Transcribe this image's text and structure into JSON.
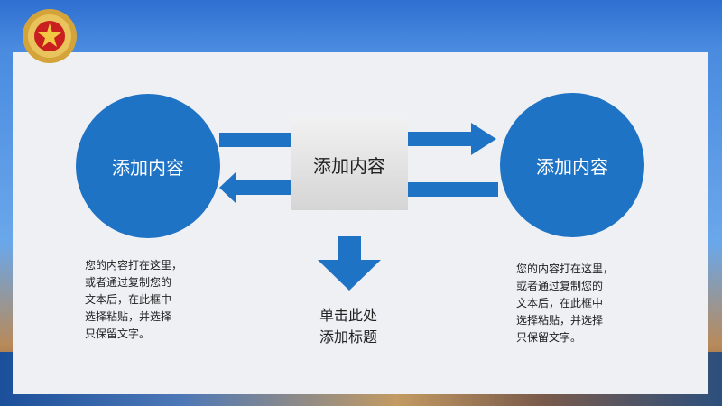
{
  "colors": {
    "accent_blue": "#1f73c4",
    "panel_bg": "#eef0f3",
    "box_gray": "#d5d5d5"
  },
  "emblem": {
    "icon": "military-emblem-icon"
  },
  "diagram": {
    "left_circle_label": "添加内容",
    "center_box_label": "添加内容",
    "right_circle_label": "添加内容",
    "left_text": "您的内容打在这里，\n或者通过复制您的\n文本后，在此框中\n选择粘贴，并选择\n只保留文字。",
    "right_text": "您的内容打在这里，\n或者通过复制您的\n文本后，在此框中\n选择粘贴，并选择\n只保留文字。",
    "click_title": "单击此处\n添加标题"
  },
  "icons": {
    "arrow_to_center": "arrow-right-icon",
    "arrow_back_left": "arrow-left-icon",
    "arrow_to_right": "arrow-right-icon",
    "arrow_down": "arrow-down-icon"
  }
}
